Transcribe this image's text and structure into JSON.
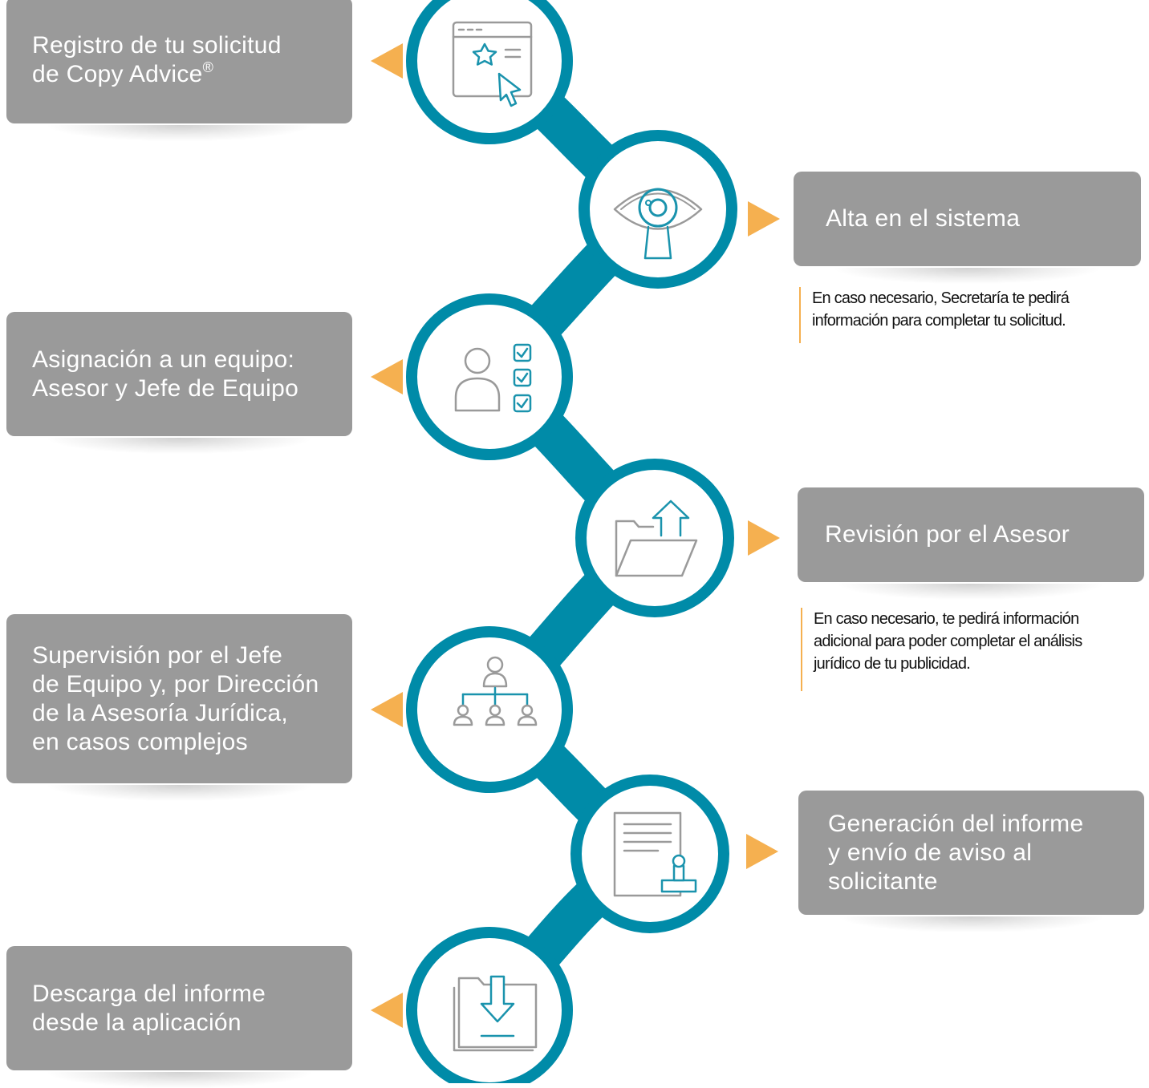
{
  "colors": {
    "chain": "#008ba8",
    "box": "#9a9a9a",
    "box_text": "#ffffff",
    "arrow": "#f5b050",
    "icon_teal": "#1a93ad",
    "icon_gray": "#9a9a9a",
    "note_text": "#111111"
  },
  "steps": [
    {
      "icon": "browser-star-cursor-icon",
      "lines": [
        "Registro de tu solicitud",
        "de Copy Advice"
      ],
      "trademark": "®"
    },
    {
      "icon": "eye-icon",
      "lines": [
        "Alta en el sistema"
      ]
    },
    {
      "icon": "user-checklist-icon",
      "lines": [
        "Asignación a un equipo:",
        "Asesor y Jefe de Equipo"
      ]
    },
    {
      "icon": "folder-upload-icon",
      "lines": [
        "Revisión por el Asesor"
      ]
    },
    {
      "icon": "org-chart-icon",
      "lines": [
        "Supervisión por el Jefe",
        "de Equipo y, por Dirección",
        "de la Asesoría Jurídica,",
        "en casos complejos"
      ]
    },
    {
      "icon": "document-stamp-icon",
      "lines": [
        "Generación del informe",
        "y envío de aviso al",
        "solicitante"
      ]
    },
    {
      "icon": "folder-download-icon",
      "lines": [
        "Descarga del informe",
        "desde la aplicación"
      ]
    }
  ],
  "notes": [
    {
      "lines": [
        "En caso necesario, Secretaría te pedirá",
        "información para completar tu solicitud."
      ]
    },
    {
      "lines": [
        "En caso necesario, te pedirá información",
        "adicional para poder completar el análisis",
        "jurídico de tu publicidad."
      ]
    }
  ]
}
